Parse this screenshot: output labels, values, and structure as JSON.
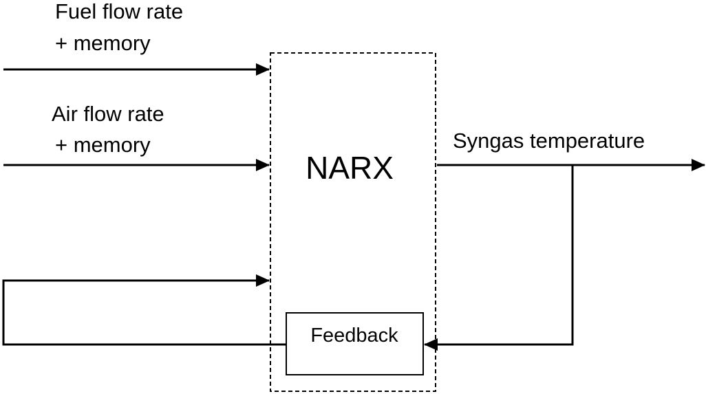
{
  "inputs": [
    {
      "line1": "Fuel flow rate",
      "line2": "+ memory"
    },
    {
      "line1": "Air flow rate",
      "line2": "+ memory"
    }
  ],
  "block": {
    "label": "NARX"
  },
  "feedback": {
    "label": "Feedback"
  },
  "output": {
    "label": "Syngas temperature"
  }
}
